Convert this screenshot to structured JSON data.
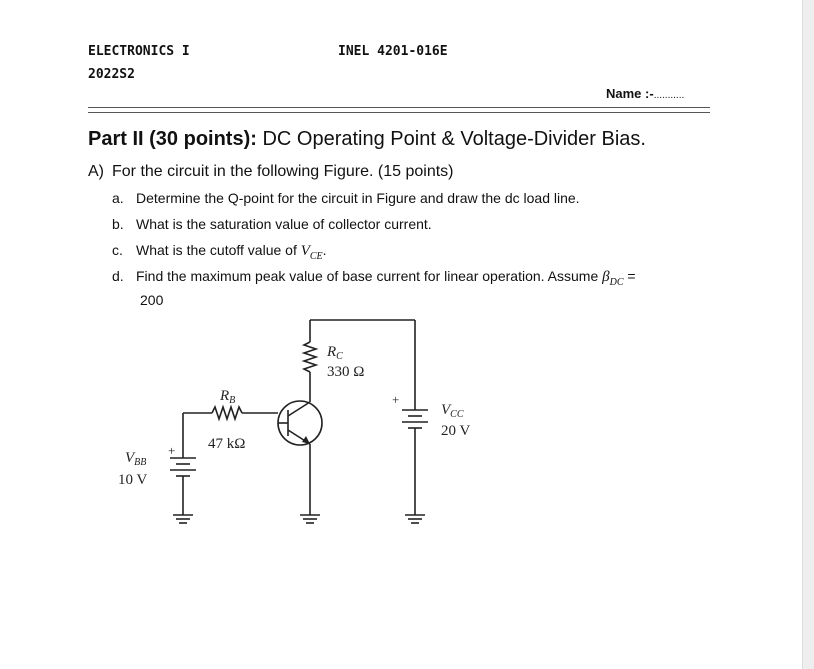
{
  "header": {
    "course": "ELECTRONICS I",
    "code": "INEL 4201-016E",
    "term": "2022S2",
    "name_label": "Name :-",
    "name_blank": "...........",
    "separator": "========================================================================"
  },
  "part": {
    "title_bold": "Part II (30 points):",
    "title_rest": " DC Operating Point & Voltage-Divider Bias."
  },
  "question": {
    "label": "A)",
    "text": "For the circuit in the following Figure. (15 points)",
    "items": [
      {
        "label": "a.",
        "text": "Determine the Q-point for the circuit in Figure and draw the dc load line."
      },
      {
        "label": "b.",
        "text": "What is the saturation value of collector current."
      },
      {
        "label": "c.",
        "text": "What is the cutoff value of ",
        "var": "V",
        "sub": "CE",
        "tail": "."
      },
      {
        "label": "d.",
        "text": "Find the maximum peak value of base current for linear operation. Assume ",
        "var": "β",
        "sub": "DC",
        "tail": " =",
        "line2": "200"
      }
    ]
  },
  "circuit": {
    "rb_label": "R",
    "rb_sub": "B",
    "rb_value": "47 kΩ",
    "rc_label": "R",
    "rc_sub": "C",
    "rc_value": "330 Ω",
    "vbb_label": "V",
    "vbb_sub": "BB",
    "vbb_value": "10 V",
    "vcc_label": "V",
    "vcc_sub": "CC",
    "vcc_value": "20 V",
    "plus": "+"
  }
}
